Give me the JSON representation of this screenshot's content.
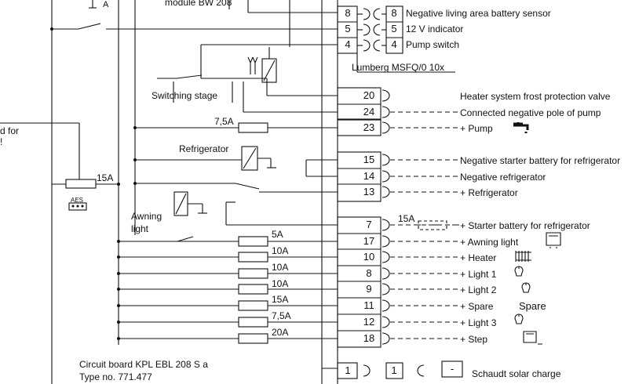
{
  "title_fragment": "module BW 208",
  "left_edge_text": [
    "d for",
    "!"
  ],
  "connector_top": {
    "pins": [
      {
        "left": "8",
        "right": "8",
        "label": "Negative living area battery sensor"
      },
      {
        "left": "5",
        "right": "5",
        "label": "12 V indicator"
      },
      {
        "left": "4",
        "right": "4",
        "label": "Pump switch"
      }
    ],
    "name": "Lumberg MSFQ/0 10x"
  },
  "terminals": [
    {
      "pin": "20",
      "label": "Heater system frost protection valve",
      "fuse": "",
      "icon": ""
    },
    {
      "pin": "24",
      "label": "Connected negative pole of pump",
      "fuse": "",
      "icon": ""
    },
    {
      "pin": "23",
      "label": "+ Pump",
      "fuse": "7,5A",
      "icon": "tap-icon"
    },
    {
      "pin": "15",
      "label": "Negative starter battery for refrigerator",
      "fuse": "",
      "icon": ""
    },
    {
      "pin": "14",
      "label": "Negative refrigerator",
      "fuse": "",
      "icon": ""
    },
    {
      "pin": "13",
      "label": "+ Refrigerator",
      "fuse": "",
      "icon": ""
    },
    {
      "pin": "7",
      "label": "+ Starter battery for refrigerator",
      "fuse": "15A",
      "icon": ""
    },
    {
      "pin": "17",
      "label": "+ Awning light",
      "fuse": "5A",
      "icon": "awning-light-icon"
    },
    {
      "pin": "10",
      "label": "+ Heater",
      "fuse": "10A",
      "icon": "radiator-icon"
    },
    {
      "pin": "8",
      "label": "+ Light 1",
      "fuse": "10A",
      "icon": "lamp-1-icon"
    },
    {
      "pin": "9",
      "label": "+ Light 2",
      "fuse": "10A",
      "icon": "lamp-2-icon"
    },
    {
      "pin": "11",
      "label": "+ Spare",
      "fuse": "15A",
      "icon": ""
    },
    {
      "pin": "12",
      "label": "+ Light 3",
      "fuse": "7,5A",
      "icon": "lamp-3-icon"
    },
    {
      "pin": "18",
      "label": "+ Step",
      "fuse": "20A",
      "icon": "step-icon"
    }
  ],
  "spare_text": "Spare",
  "labels": {
    "switching_stage": "Switching stage",
    "refrigerator": "Refrigerator",
    "awning": "Awning",
    "light": "light",
    "main_fuse": "15A",
    "aes": "AES",
    "top_a": "A"
  },
  "board": {
    "line1": "Circuit board KPL EBL 208 S a",
    "line2": "Type no. 771.477"
  },
  "bottom_connector": {
    "pin_a": "1",
    "pin_b": "1",
    "sign": "-",
    "label": "Schaudt solar charge"
  }
}
